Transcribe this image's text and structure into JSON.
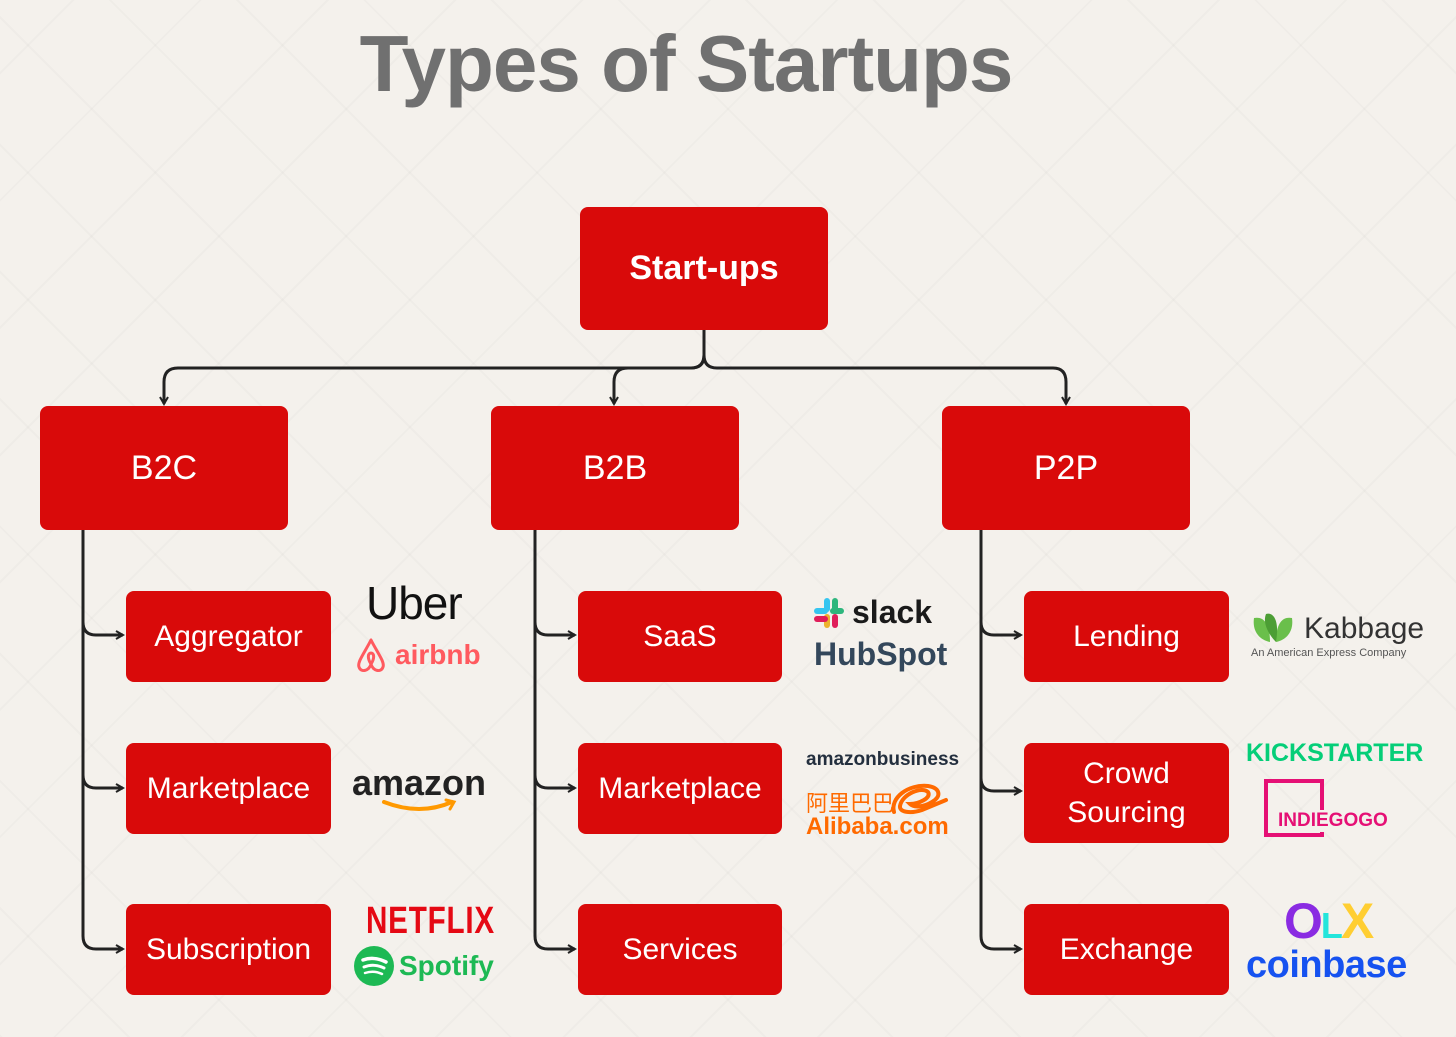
{
  "title": "Types of Startups",
  "colors": {
    "node": "#d90a0a",
    "connector": "#222222",
    "title": "#707070"
  },
  "root": {
    "label": "Start-ups"
  },
  "categories": [
    {
      "label": "B2C",
      "subtypes": [
        {
          "label": "Aggregator",
          "logos": [
            "Uber",
            "airbnb"
          ]
        },
        {
          "label": "Marketplace",
          "logos": [
            "amazon"
          ]
        },
        {
          "label": "Subscription",
          "logos": [
            "NETFLIX",
            "Spotify"
          ]
        }
      ]
    },
    {
      "label": "B2B",
      "subtypes": [
        {
          "label": "SaaS",
          "logos": [
            "slack",
            "HubSpot"
          ]
        },
        {
          "label": "Marketplace",
          "logos": [
            "amazonbusiness",
            "阿里巴巴",
            "Alibaba.com"
          ]
        },
        {
          "label": "Services",
          "logos": []
        }
      ]
    },
    {
      "label": "P2P",
      "subtypes": [
        {
          "label": "Lending",
          "logos": [
            "Kabbage",
            "An American Express Company"
          ]
        },
        {
          "label": "Crowd Sourcing",
          "logos": [
            "KICKSTARTER",
            "INDIEGOGO"
          ]
        },
        {
          "label": "Exchange",
          "logos": [
            "OLX",
            "coinbase"
          ]
        }
      ]
    }
  ]
}
